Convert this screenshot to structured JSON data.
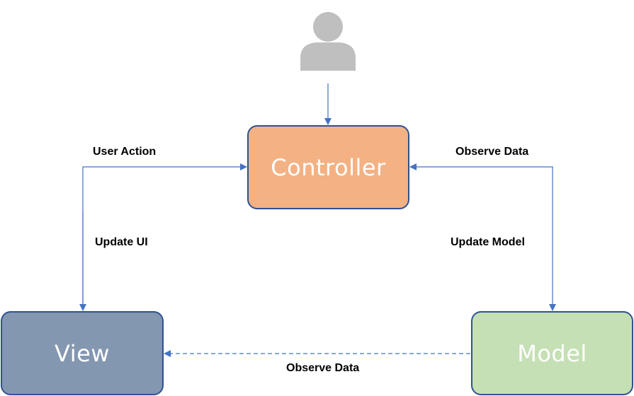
{
  "nodes": {
    "controller": {
      "label": "Controller",
      "fill": "#f4b183"
    },
    "view": {
      "label": "View",
      "fill": "#8497b0"
    },
    "model": {
      "label": "Model",
      "fill": "#c5e0b4"
    }
  },
  "edges": {
    "user_action": "User Action",
    "update_ui": "Update UI",
    "observe_data_top": "Observe Data",
    "update_model": "Update Model",
    "observe_data_bottom": "Observe Data"
  },
  "icons": {
    "user": "user-silhouette-icon"
  },
  "colors": {
    "arrow": "#4472c4",
    "border": "#2f528f",
    "user_icon": "#bfbfbf"
  }
}
